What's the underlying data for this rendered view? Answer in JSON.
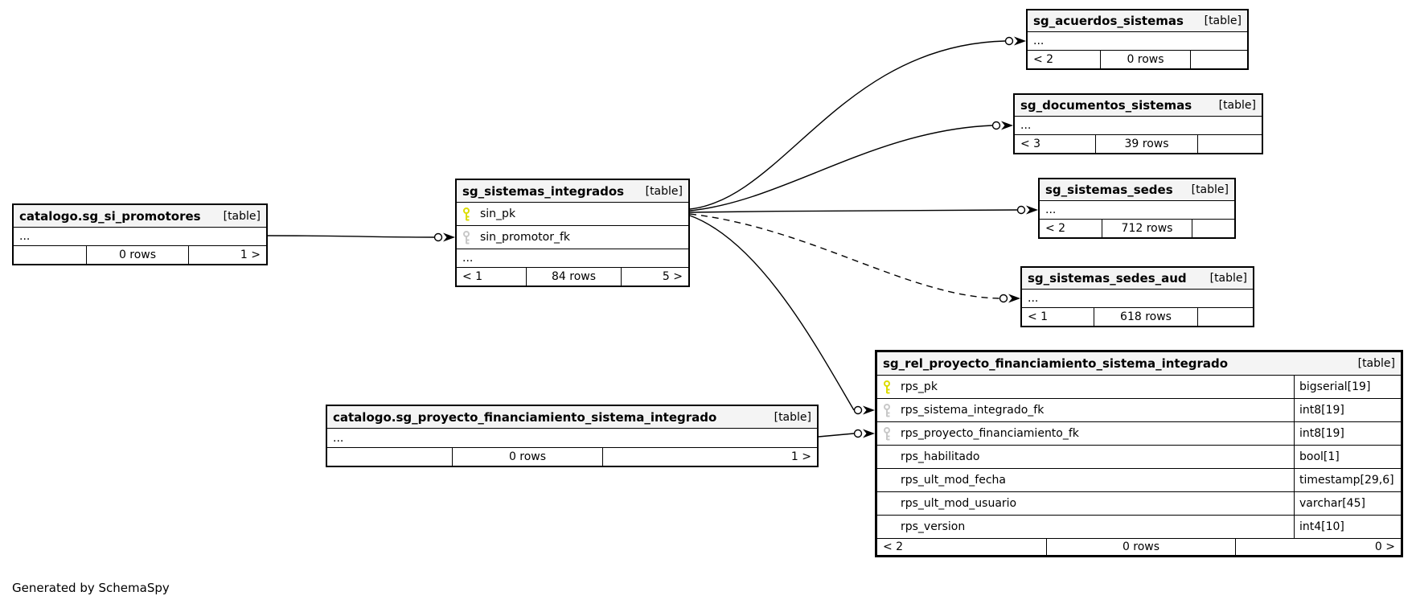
{
  "app": {
    "generator_note": "Generated by SchemaSpy"
  },
  "colors": {
    "background": "#ffffff",
    "table_header_bg": "#f4f4f4",
    "border": "#000000",
    "pk_icon": "#dcdc00",
    "fk_icon": "#c8c8c8"
  },
  "tables": {
    "promotores": {
      "title": "catalogo.sg_si_promotores",
      "tag": "[table]",
      "ellipsis": "...",
      "footer": {
        "parents": "",
        "rows": "0 rows",
        "children": "1 >"
      }
    },
    "sistemas_integrados": {
      "title": "sg_sistemas_integrados",
      "tag": "[table]",
      "ellipsis": "...",
      "columns": [
        {
          "name": "sin_pk",
          "key": "pk"
        },
        {
          "name": "sin_promotor_fk",
          "key": "fk"
        }
      ],
      "footer": {
        "parents": "< 1",
        "rows": "84 rows",
        "children": "5 >"
      }
    },
    "acuerdos": {
      "title": "sg_acuerdos_sistemas",
      "tag": "[table]",
      "ellipsis": "...",
      "footer": {
        "parents": "< 2",
        "rows": "0 rows",
        "children": ""
      }
    },
    "documentos": {
      "title": "sg_documentos_sistemas",
      "tag": "[table]",
      "ellipsis": "...",
      "footer": {
        "parents": "< 3",
        "rows": "39 rows",
        "children": ""
      }
    },
    "sedes": {
      "title": "sg_sistemas_sedes",
      "tag": "[table]",
      "ellipsis": "...",
      "footer": {
        "parents": "< 2",
        "rows": "712 rows",
        "children": ""
      }
    },
    "sedes_aud": {
      "title": "sg_sistemas_sedes_aud",
      "tag": "[table]",
      "ellipsis": "...",
      "footer": {
        "parents": "< 1",
        "rows": "618 rows",
        "children": ""
      }
    },
    "proyecto_financiamiento": {
      "title": "catalogo.sg_proyecto_financiamiento_sistema_integrado",
      "tag": "[table]",
      "ellipsis": "...",
      "footer": {
        "parents": "",
        "rows": "0 rows",
        "children": "1 >"
      }
    },
    "rel_proyecto": {
      "title": "sg_rel_proyecto_financiamiento_sistema_integrado",
      "tag": "[table]",
      "columns": [
        {
          "name": "rps_pk",
          "type": "bigserial[19]",
          "key": "pk"
        },
        {
          "name": "rps_sistema_integrado_fk",
          "type": "int8[19]",
          "key": "fk"
        },
        {
          "name": "rps_proyecto_financiamiento_fk",
          "type": "int8[19]",
          "key": "fk"
        },
        {
          "name": "rps_habilitado",
          "type": "bool[1]",
          "key": ""
        },
        {
          "name": "rps_ult_mod_fecha",
          "type": "timestamp[29,6]",
          "key": ""
        },
        {
          "name": "rps_ult_mod_usuario",
          "type": "varchar[45]",
          "key": ""
        },
        {
          "name": "rps_version",
          "type": "int4[10]",
          "key": ""
        }
      ],
      "footer": {
        "parents": "< 2",
        "rows": "0 rows",
        "children": "0 >"
      }
    }
  },
  "relationships": [
    {
      "from": "sg_sistemas_integrados.sin_pk",
      "to": "sg_acuerdos_sistemas",
      "style": "solid"
    },
    {
      "from": "sg_sistemas_integrados.sin_pk",
      "to": "sg_documentos_sistemas",
      "style": "solid"
    },
    {
      "from": "sg_sistemas_integrados.sin_pk",
      "to": "sg_sistemas_sedes",
      "style": "solid"
    },
    {
      "from": "sg_sistemas_integrados.sin_pk",
      "to": "sg_sistemas_sedes_aud",
      "style": "dashed"
    },
    {
      "from": "sg_sistemas_integrados.sin_pk",
      "to": "sg_rel_proyecto_financiamiento_sistema_integrado.rps_sistema_integrado_fk",
      "style": "solid"
    },
    {
      "from": "catalogo.sg_si_promotores",
      "to": "sg_sistemas_integrados.sin_promotor_fk",
      "style": "solid"
    },
    {
      "from": "catalogo.sg_proyecto_financiamiento_sistema_integrado",
      "to": "sg_rel_proyecto_financiamiento_sistema_integrado.rps_proyecto_financiamiento_fk",
      "style": "solid"
    }
  ]
}
